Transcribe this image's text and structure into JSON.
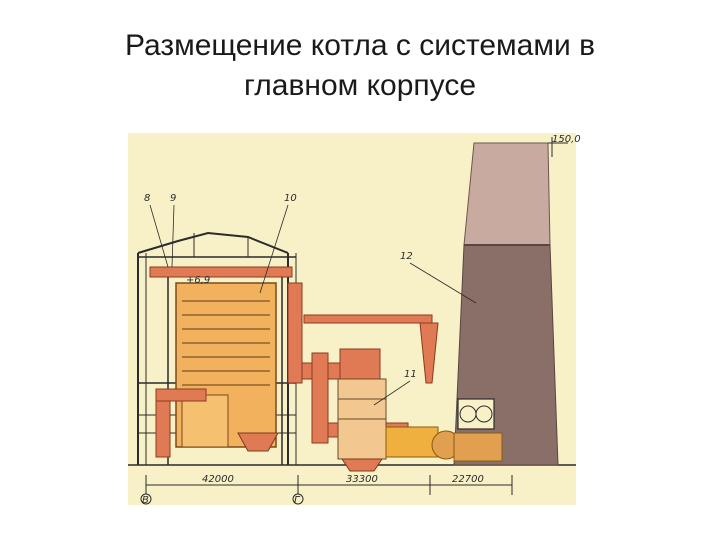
{
  "slide": {
    "title_line1": "Размещение котла с системами в",
    "title_line2": "главном корпусе"
  },
  "diagram": {
    "callouts": [
      "8",
      "9",
      "10",
      "11",
      "12"
    ],
    "elevation_top": "150,0",
    "level_mark": "+6,9",
    "dimensions": [
      "42000",
      "33300",
      "22700"
    ],
    "axis_marks": [
      "В",
      "Г"
    ],
    "colors": {
      "background": "#f8f1c8",
      "boiler": "#f2b15c",
      "ducts": "#e07a55",
      "steel": "#2b2b2b",
      "chimney_light": "#c9aaa0",
      "chimney_dark": "#8a6e68",
      "dust_collector": "#f0b040"
    }
  }
}
